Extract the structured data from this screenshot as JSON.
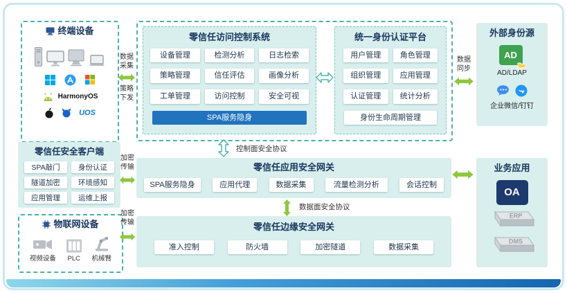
{
  "terminal": {
    "title": "终端设备",
    "os_labels": {
      "harmony": "HarmonyOS",
      "uos": "UOS"
    }
  },
  "client": {
    "title": "零信任安全客户端",
    "buttons": [
      "SPA敲门",
      "身份认证",
      "隧道加密",
      "环境感知",
      "应用管理",
      "运维上报"
    ]
  },
  "iot": {
    "title": "物联网设备",
    "items": [
      "视频设备",
      "PLC",
      "机械臂"
    ]
  },
  "access_control": {
    "title": "零信任访问控制系统",
    "buttons": [
      "设备管理",
      "检测分析",
      "日志检索",
      "策略管理",
      "信任评估",
      "画像分析",
      "工单管理",
      "访问控制",
      "安全可视"
    ],
    "wide_button": "SPA服务隐身"
  },
  "identity": {
    "title": "统一身份认证平台",
    "buttons": [
      "用户管理",
      "角色管理",
      "组织管理",
      "应用管理",
      "认证管理",
      "统计分析"
    ],
    "wide_button": "身份生命周期管理"
  },
  "external_identity": {
    "title": "外部身份源",
    "ad_badge": "AD",
    "ad_caption": "AD/LDAP",
    "im_caption": "企业微信/钉钉"
  },
  "app_gateway": {
    "title": "零信任应用安全网关",
    "buttons": [
      "SPA服务隐身",
      "应用代理",
      "数据采集",
      "流量检测分析",
      "会话控制"
    ]
  },
  "edge_gateway": {
    "title": "零信任边缘安全网关",
    "buttons": [
      "准入控制",
      "防火墙",
      "加密隧道",
      "数据采集"
    ]
  },
  "business": {
    "title": "业务应用",
    "oa_badge": "OA",
    "erp_label": "ERP",
    "dms_label": "DMS"
  },
  "links": {
    "data_collect": "数据采集",
    "policy_push": "策略下发",
    "data_sync": "数据同步",
    "encrypt_upper": "加密传输",
    "encrypt_lower": "加密传输",
    "control_plane": "控制面安全协议",
    "data_plane": "数据面安全协议"
  },
  "colors": {
    "accent_teal": "#45b3ad",
    "panel_bg": "#d9efee",
    "title_navy": "#17365d",
    "primary_blue": "#2173bd",
    "arrow_green": "#8fc640"
  }
}
